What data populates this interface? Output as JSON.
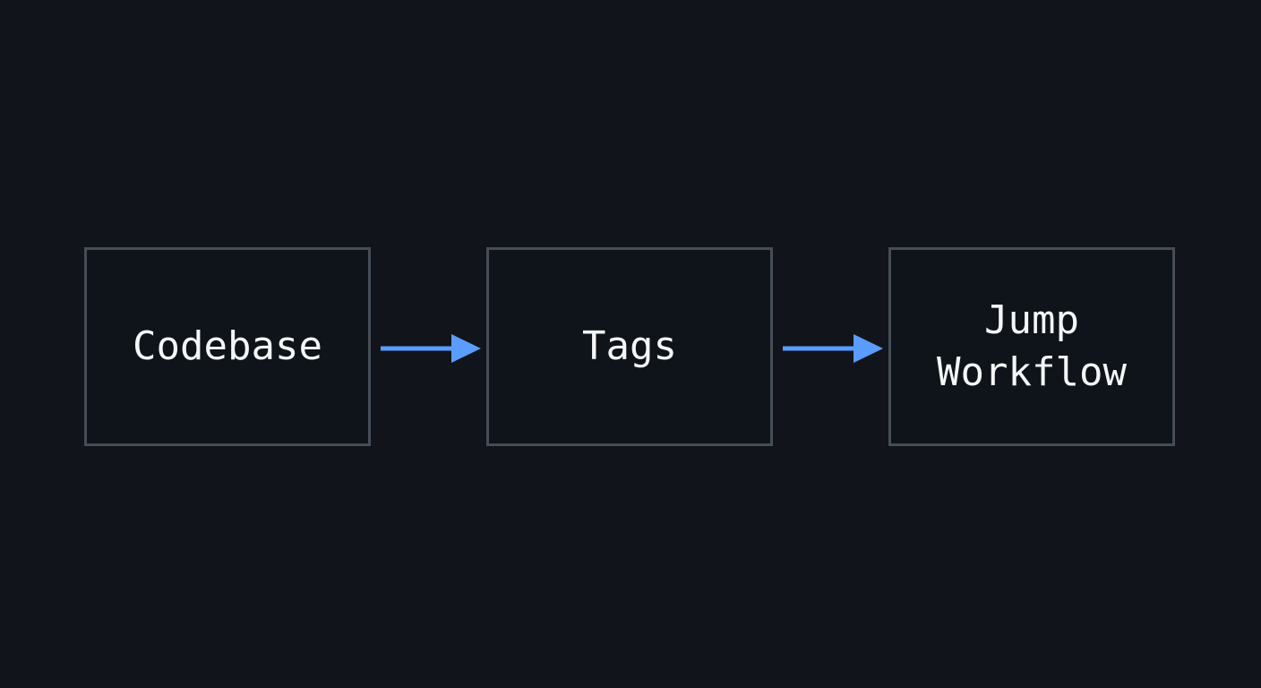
{
  "diagram": {
    "nodes": [
      {
        "label": "Codebase"
      },
      {
        "label": "Tags"
      },
      {
        "label": "Jump\nWorkflow"
      }
    ],
    "edges": [
      {
        "from": "Codebase",
        "to": "Tags"
      },
      {
        "from": "Tags",
        "to": "Jump\nWorkflow"
      }
    ]
  },
  "colors": {
    "background": "#11151b",
    "box_border": "#464d57",
    "text": "#f4f6f8",
    "arrow": "#5b9cff"
  }
}
